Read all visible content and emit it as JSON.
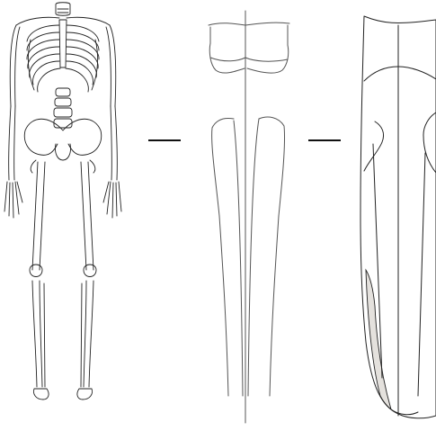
{
  "figure": {
    "panels": [
      {
        "id": "skeleton",
        "kind": "anatomical skeleton drawing"
      },
      {
        "id": "sketch",
        "kind": "pencil silhouette sketch"
      },
      {
        "id": "pattern",
        "kind": "flat garment pattern"
      }
    ],
    "separators": 2,
    "colors": {
      "line": "#222222",
      "pencil": "#555555",
      "pattern_fill": "#e4e1dd",
      "background": "#ffffff"
    }
  }
}
